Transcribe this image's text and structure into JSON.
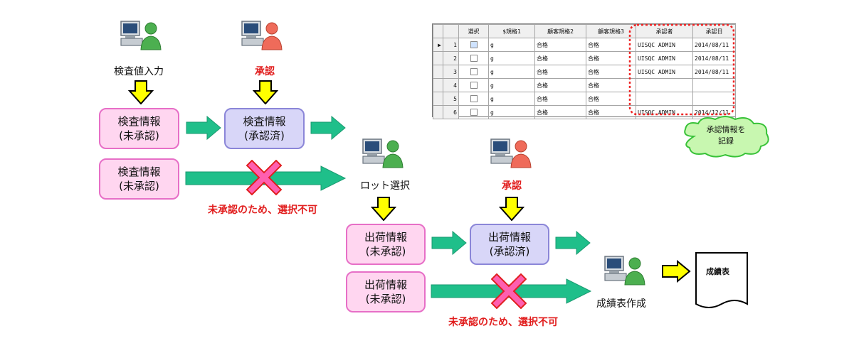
{
  "operations": {
    "inspection_input": "検査値入力",
    "approve_top": "承認",
    "lot_select": "ロット選択",
    "approve_mid": "承認",
    "report_create": "成績表作成"
  },
  "boxes": {
    "insp_unapproved_1": {
      "title": "検査情報",
      "status": "(未承認)"
    },
    "insp_approved": {
      "title": "検査情報",
      "status": "(承認済)"
    },
    "insp_unapproved_2": {
      "title": "検査情報",
      "status": "(未承認)"
    },
    "ship_unapproved_1": {
      "title": "出荷情報",
      "status": "(未承認)"
    },
    "ship_approved": {
      "title": "出荷情報",
      "status": "(承認済)"
    },
    "ship_unapproved_2": {
      "title": "出荷情報",
      "status": "(未承認)"
    }
  },
  "notes": {
    "not_selectable_1": "未承認のため、選択不可",
    "not_selectable_2": "未承認のため、選択不可",
    "cloud": "承認情報を\n記録"
  },
  "document": {
    "label": "成績表"
  },
  "grid": {
    "headers": [
      "",
      "",
      "選択",
      "$規格1",
      "顧客規格2",
      "顧客規格3",
      "承認者",
      "承認日"
    ],
    "rows": [
      {
        "marker": "▶",
        "num": "1",
        "checked": true,
        "c1": "g",
        "c2": "合格",
        "c3": "合格",
        "approver": "UISQC ADMIN",
        "date": "2014/08/11"
      },
      {
        "marker": "",
        "num": "2",
        "checked": false,
        "c1": "g",
        "c2": "合格",
        "c3": "合格",
        "approver": "UISQC ADMIN",
        "date": "2014/08/11"
      },
      {
        "marker": "",
        "num": "3",
        "checked": false,
        "c1": "g",
        "c2": "合格",
        "c3": "合格",
        "approver": "UISQC ADMIN",
        "date": "2014/08/11"
      },
      {
        "marker": "",
        "num": "4",
        "checked": false,
        "c1": "g",
        "c2": "合格",
        "c3": "合格",
        "approver": "",
        "date": ""
      },
      {
        "marker": "",
        "num": "5",
        "checked": false,
        "c1": "g",
        "c2": "合格",
        "c3": "合格",
        "approver": "",
        "date": ""
      },
      {
        "marker": "",
        "num": "6",
        "checked": false,
        "c1": "g",
        "c2": "合格",
        "c3": "合格",
        "approver": "UISQC ADMIN",
        "date": "2014/12/11"
      }
    ]
  },
  "colors": {
    "unapproved_fill": "#ffd6f0",
    "approved_fill": "#d8d6f8",
    "flow_arrow": "#1fbf8a",
    "down_arrow": "#ffff00",
    "cross": "#ff5fb0",
    "note_red": "#e11d1d",
    "cloud_fill": "#c8f7b0"
  }
}
